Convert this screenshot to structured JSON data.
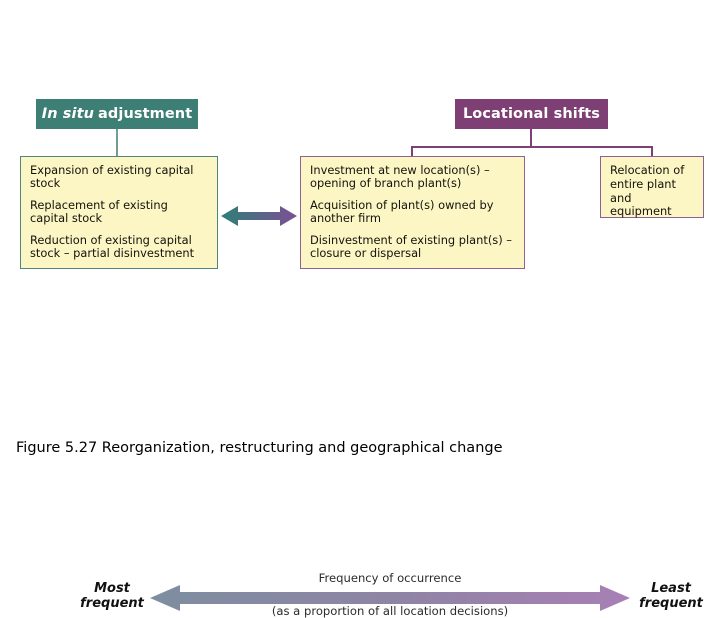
{
  "figure": {
    "caption": "Figure 5.27 Reorganization, restructuring and geographical change",
    "background_color": "#ffffff"
  },
  "branches": {
    "in_situ": {
      "header_italic": "In situ",
      "header_rest": "adjustment",
      "header_color": "#3d7e75",
      "box_border_color": "#4e857c",
      "box_fill_color": "#fbf6c4",
      "items": [
        "Expansion of existing capital stock",
        "Replacement of existing capital stock",
        "Reduction of existing capital stock – partial disinvestment"
      ]
    },
    "locational": {
      "header": "Locational shifts",
      "header_color": "#7d3f74",
      "box_border_color": "#8d6193",
      "box_fill_color": "#fbf6c4",
      "children": [
        {
          "name": "investment-and-disinvestment",
          "items": [
            "Investment at new location(s) – opening of branch plant(s)",
            "Acquisition of plant(s) owned by another firm",
            "Disinvestment of existing plant(s) – closure or dispersal"
          ]
        },
        {
          "name": "relocation",
          "items": [
            "Relocation of entire plant and equipment"
          ]
        }
      ]
    }
  },
  "exchange_arrow": {
    "name": "in-situ-to-locational-exchange",
    "direction": "bidirectional",
    "gradient_start": "#2f7f77",
    "gradient_end": "#7d4f94"
  },
  "frequency_scale": {
    "caption_top": "Frequency of occurrence",
    "caption_bottom": "(as a proportion of all location decisions)",
    "left_label": "Most frequent",
    "left_label_line1": "Most",
    "left_label_line2": "frequent",
    "right_label": "Least frequent",
    "right_label_line1": "Least",
    "right_label_line2": "frequent",
    "direction": "bidirectional",
    "gradient_start": "#7e8ea0",
    "gradient_mid": "#8e84a4",
    "gradient_end": "#a87fb5"
  }
}
